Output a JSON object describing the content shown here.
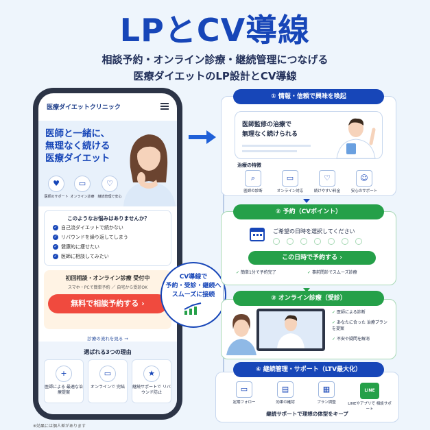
{
  "title": "LPとCV導線",
  "subtitle": [
    "相談予約・オンライン診療・継続管理につなげる",
    "医療ダイエットのLP設計とCV導線"
  ],
  "phone": {
    "clinic_name": "医療ダイエットクリニック",
    "headline": [
      "医師と一緒に、",
      "無理なく続ける",
      "医療ダイエット"
    ],
    "features": [
      "医師のサポート",
      "オンライン診療",
      "継続管理で安心"
    ],
    "worries_title": "このようなお悩みはありませんか？",
    "worries": [
      "自己流ダイエットで続かない",
      "リバウンドを繰り返してしまう",
      "健康的に痩せたい",
      "医師に相談してみたい"
    ],
    "cta_title": "初回相談・オンライン診療 受付中",
    "cta_sub": "スマホ・PCで簡単予約 ／ 自宅から受診OK",
    "cta_button": "無料で相談予約する",
    "flow_link": "診療の流れを見る →",
    "reasons_title": "選ばれる3つの理由",
    "reasons": [
      "医師による 最適な治療提案",
      "オンラインで 完結",
      "継続サポートで リバウンド防止"
    ]
  },
  "footnote": "※効果には個人差があります",
  "badge": [
    "CV導線で",
    "予約・受診・継続へ",
    "スムーズに接続"
  ],
  "steps": [
    {
      "label": "① 情報・信頼で興味を喚起"
    },
    {
      "label": "② 予約（CVポイント）"
    },
    {
      "label": "③ オンライン診療（受診）"
    },
    {
      "label": "④ 継続管理・サポート（LTV最大化）"
    }
  ],
  "step1": {
    "card_text": [
      "医師監修の治療で",
      "無理なく続けられる"
    ],
    "features_title": "治療の特徴",
    "features": [
      "医師の診断",
      "オンライン対応",
      "続けやすい料金",
      "安心のサポート"
    ]
  },
  "step2": {
    "prompt": "ご希望の日時を選択してください",
    "button": "この日時で予約する",
    "notes": [
      "簡単1分で予約完了",
      "事前問診でスムーズ診療"
    ]
  },
  "step3": {
    "points": [
      "医師による診断",
      "あなたに合った 治療プランを提案",
      "不安や疑問を解消"
    ]
  },
  "step4": {
    "items": [
      "定期フォロー",
      "効果の確認",
      "プラン調整",
      "LINEやアプリで 相談サポート"
    ],
    "line_badge": "LINE",
    "footer": "継続サポートで理想の体型をキープ"
  }
}
